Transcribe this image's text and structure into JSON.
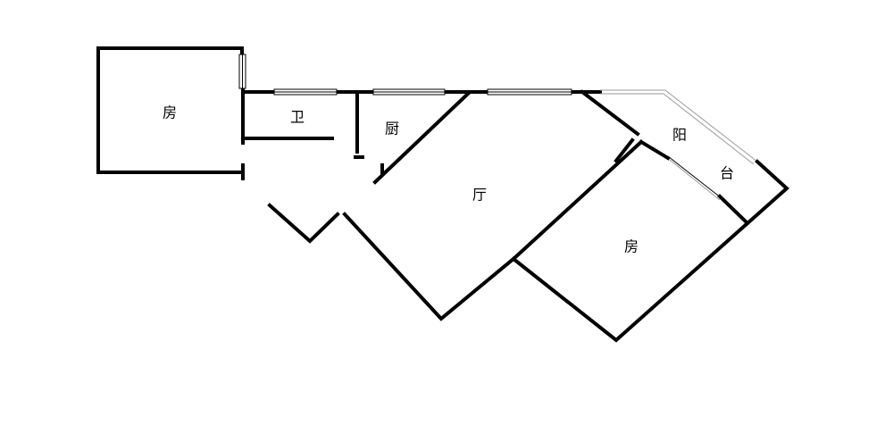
{
  "rooms": {
    "bedroom_1": "房",
    "bathroom": "卫",
    "kitchen": "厨",
    "living_room": "厅",
    "balcony_char_1": "阳",
    "balcony_char_2": "台",
    "bedroom_2": "房"
  },
  "colors": {
    "wall": "#000000",
    "background": "#ffffff"
  }
}
